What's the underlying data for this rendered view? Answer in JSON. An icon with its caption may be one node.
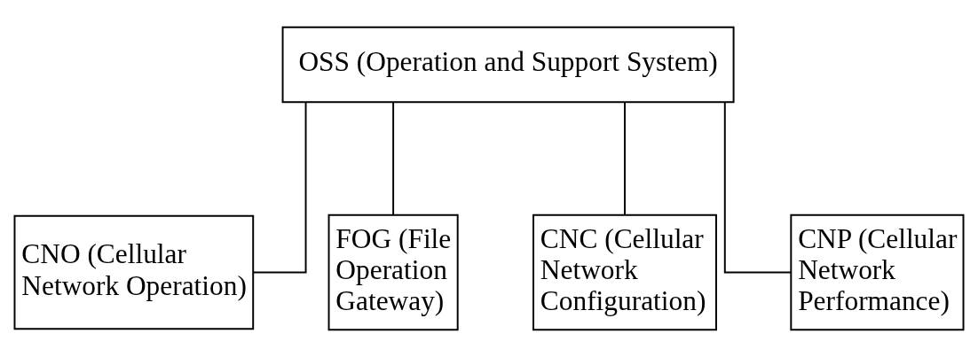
{
  "diagram": {
    "nodes": [
      {
        "text": [
          "OSS (Operation and Support System)"
        ]
      },
      {
        "text": [
          "CNO (Cellular Network Operation)"
        ]
      },
      {
        "text": [
          "FOG (File Operation Gateway)"
        ]
      },
      {
        "text": [
          "CNC (Cellular Network Configuration)"
        ]
      },
      {
        "text": [
          "CNP (Cellular Network Performance)"
        ]
      }
    ],
    "edges": [
      {
        "from": 0,
        "to": 1,
        "arrow": "none"
      },
      {
        "from": 0,
        "to": 2,
        "arrow": "none"
      },
      {
        "from": 0,
        "to": 3,
        "arrow": "none"
      },
      {
        "from": 0,
        "to": 4,
        "arrow": "none"
      }
    ]
  }
}
